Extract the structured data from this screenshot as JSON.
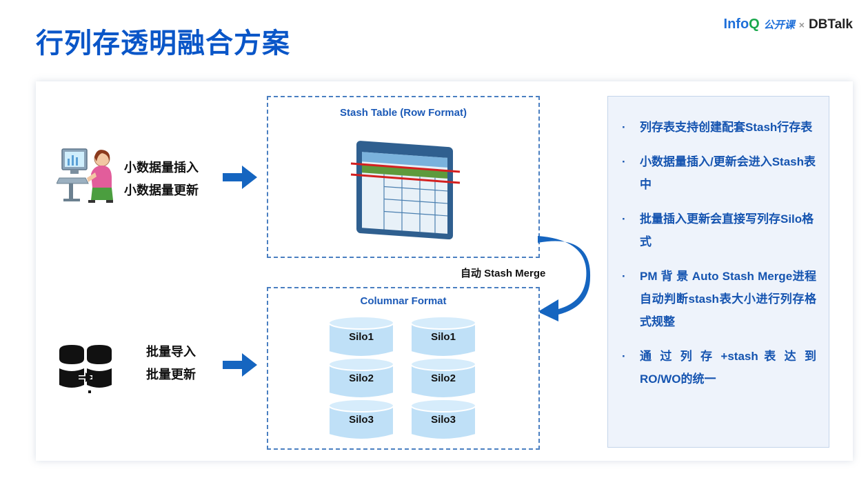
{
  "title": "行列存透明融合方案",
  "logos": {
    "infoq_main": "Info",
    "infoq_q": "Q",
    "gongkaike": "公开课",
    "sep": "×",
    "dbtalk": "DBTalk"
  },
  "left": {
    "small_insert": "小数据量插入",
    "small_update": "小数据量更新",
    "batch_import": "批量导入",
    "batch_update": "批量更新"
  },
  "stash_box": {
    "title": "Stash Table  (Row Format)"
  },
  "merge_label": "自动 Stash Merge",
  "columnar_box": {
    "title": "Columnar Format"
  },
  "silos": {
    "left": [
      "Silo1",
      "Silo2",
      "Silo3"
    ],
    "right": [
      "Silo1",
      "Silo2",
      "Silo3"
    ]
  },
  "bullets": [
    "列存表支持创建配套Stash行存表",
    "小数据量插入/更新会进入Stash表中",
    "批量插入更新会直接写列存Silo格式",
    "PM 背 景 Auto   Stash Merge进程自动判断stash表大小进行列存格式规整",
    "通 过 列 存 +stash 表 达 到 RO/WO的统一"
  ],
  "bullet_marker": "·",
  "colors": {
    "title": "#0a56c8",
    "arrow": "#1565c0",
    "bullet_text": "#1554b0",
    "bullet_bg": "#eef3fb",
    "silo": "#bfe0f7"
  }
}
